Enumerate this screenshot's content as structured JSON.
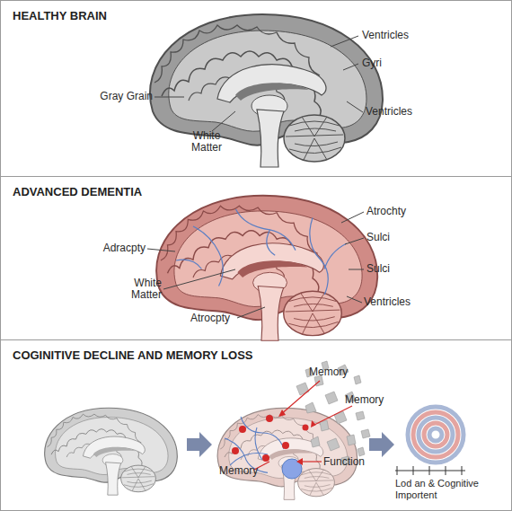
{
  "diagram": {
    "nodes": [
      {
        "text": [
          "HEALTHY BRAIN"
        ]
      },
      {
        "text": [
          "ADVANCED DEMENTIA"
        ]
      },
      {
        "text": [
          "COGINITIVE DECLINE AND MEMORY LOSS"
        ]
      }
    ],
    "labels": [
      "Ventricles",
      "Gyri",
      "Gray Grain",
      "White Matter",
      "Ventricles",
      "Atrochty",
      "Sulci",
      "Adracpty",
      "Sulci",
      "White Matter",
      "Ventricles",
      "Atrocpty",
      "Memory",
      "Memory",
      "Function",
      "Memory",
      "Lod an & Cognitive Importent"
    ]
  }
}
